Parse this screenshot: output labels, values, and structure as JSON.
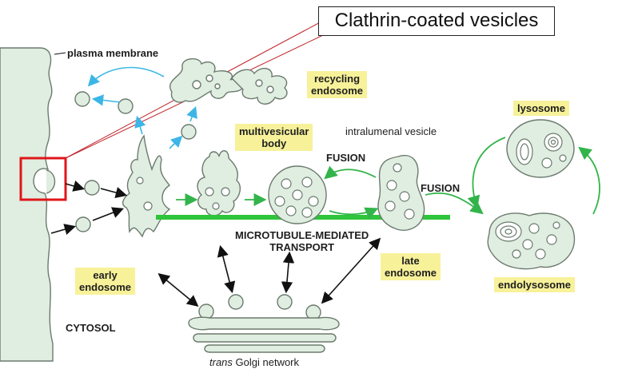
{
  "callout": {
    "text": "Clathrin-coated vesicles"
  },
  "labels": {
    "plasma_membrane": "plasma membrane",
    "recycling_endosome_1": "recycling",
    "recycling_endosome_2": "endosome",
    "multivesicular_body_1": "multivesicular",
    "multivesicular_body_2": "body",
    "intralumenal_vesicle": "intralumenal vesicle",
    "lysosome": "lysosome",
    "fusion_1": "FUSION",
    "fusion_2": "FUSION",
    "microtubule_1": "MICROTUBULE-MEDIATED",
    "microtubule_2": "TRANSPORT",
    "early_endosome_1": "early",
    "early_endosome_2": "endosome",
    "late_endosome_1": "late",
    "late_endosome_2": "endosome",
    "endolysosome": "endolysosome",
    "cytosol": "CYTOSOL",
    "golgi_trans": "trans",
    "golgi_rest": "Golgi network"
  },
  "colors": {
    "organelle_fill": "#dfeee0",
    "organelle_stroke": "#6b7a6e",
    "blue_arrow": "#3bb6e6",
    "green_arrow": "#33b44a",
    "microtubule": "#2ec43c",
    "highlight": "#f7f19a",
    "red_box": "#e0161a",
    "callout_line": "#c0242a"
  }
}
